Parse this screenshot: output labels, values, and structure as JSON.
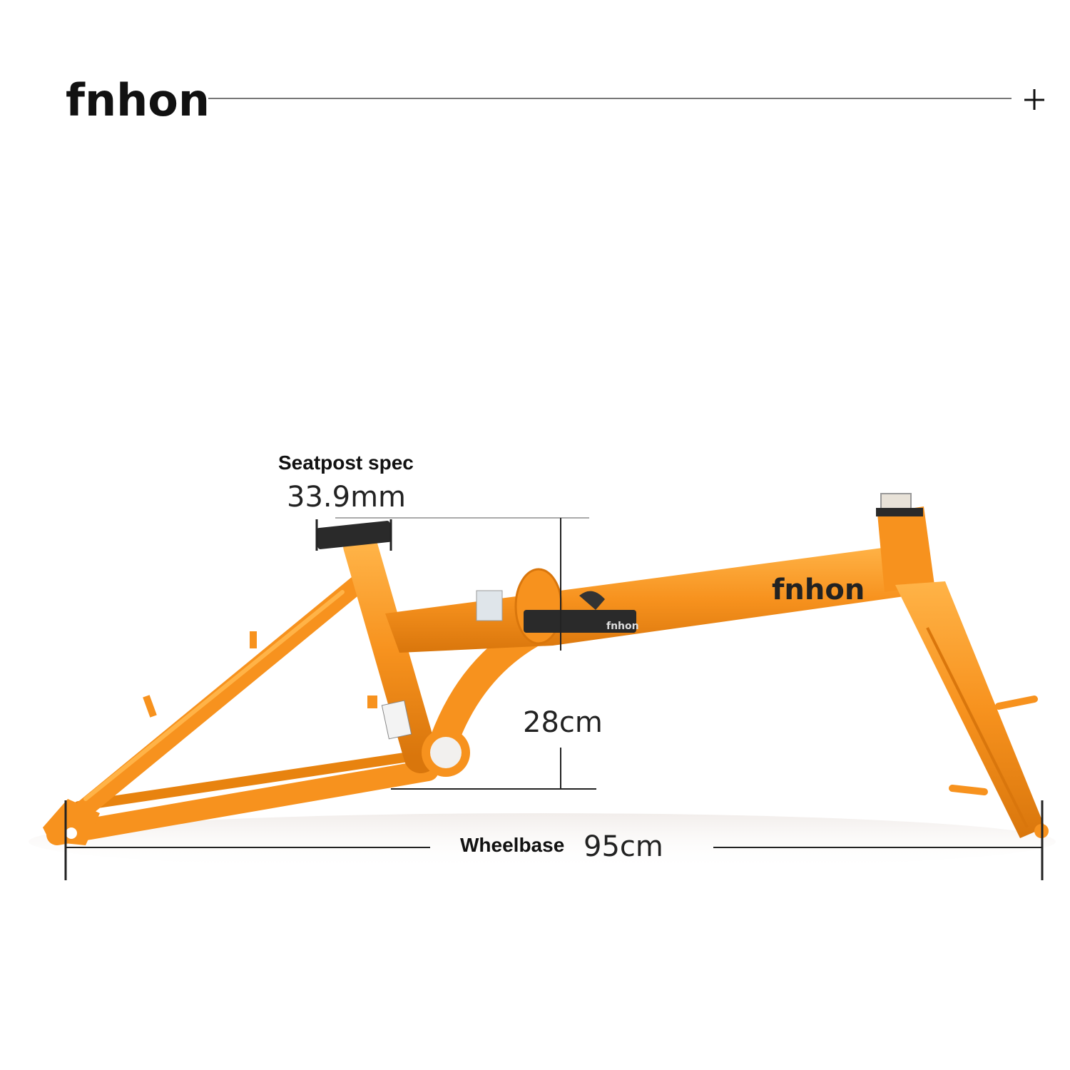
{
  "header": {
    "brand": "fnhon",
    "plus_icon": "plus-icon"
  },
  "dimensions": {
    "seatpost_title": "Seatpost spec",
    "seatpost_value": "33.9mm",
    "height_value": "28cm",
    "wheelbase_title": "Wheelbase",
    "wheelbase_value": "95cm"
  },
  "frame": {
    "brand_decal": "fnhon",
    "clamp_decal": "fnhon"
  },
  "colors": {
    "frame": "#f7921e",
    "frame_shadow": "#d9760c",
    "frame_highlight": "#ffb347",
    "clamp": "#2a2a2a",
    "line": "#555555"
  }
}
